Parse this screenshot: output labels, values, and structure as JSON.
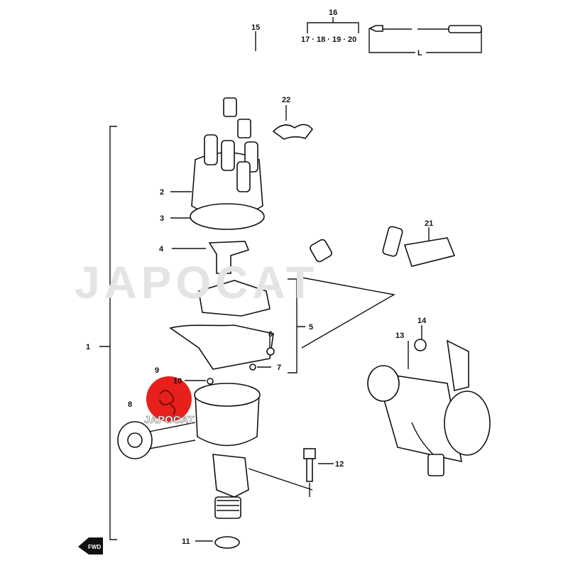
{
  "diagram": {
    "labels": {
      "p1": "1",
      "p2": "2",
      "p3": "3",
      "p4": "4",
      "p5": "5",
      "p6": "6",
      "p7": "7",
      "p8": "8",
      "p9": "9",
      "p10": "10",
      "p11": "11",
      "p12": "12",
      "p13": "13",
      "p14": "14",
      "p15": "15",
      "p16": "16",
      "p17_20": "17 · 18 · 19 · 20",
      "p21": "21",
      "p22": "22",
      "length": "L",
      "fwd": "FWD"
    },
    "watermark": "JAPOCAT",
    "logo": {
      "text": "JAPOCAT",
      "color": "#e8201c"
    }
  }
}
